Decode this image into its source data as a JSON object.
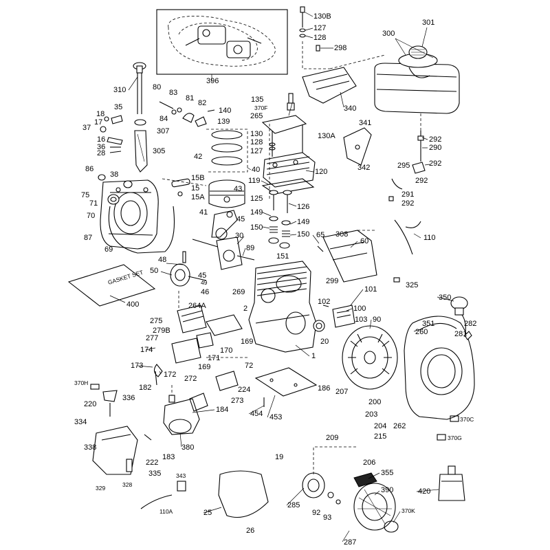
{
  "labels": {
    "l396": "396",
    "l130B": "130B",
    "l127a": "127",
    "l128a": "128",
    "l298": "298",
    "l300": "300",
    "l301": "301",
    "l310": "310",
    "l80": "80",
    "l83": "83",
    "l81": "81",
    "l82": "82",
    "l84": "84",
    "l140": "140",
    "l139": "139",
    "l307": "307",
    "l135": "135",
    "l370F": "370F",
    "l265": "265",
    "l340": "340",
    "l18": "18",
    "l35": "35",
    "l17": "17",
    "l37": "37",
    "l16": "16",
    "l36": "36",
    "l28": "28",
    "l305": "305",
    "l42": "42",
    "l40": "40",
    "l130": "130",
    "l128b": "128",
    "l127b": "127",
    "l130A": "130A",
    "l341": "341",
    "l292a": "292",
    "l290": "290",
    "l342": "342",
    "l295": "295",
    "l292b": "292",
    "l292c": "292",
    "l291": "291",
    "l292d": "292",
    "l120": "120",
    "l119": "119",
    "l86": "86",
    "l38": "38",
    "l15B": "15B",
    "l15": "15",
    "l15A": "15A",
    "l43": "43",
    "l75": "75",
    "l71": "71",
    "l41": "41",
    "l125": "125",
    "l126": "126",
    "l70": "70",
    "l149a": "149",
    "l149b": "149",
    "l45a": "45",
    "l150a": "150",
    "l150b": "150",
    "l110": "110",
    "l87": "87",
    "l308": "308",
    "l65": "65",
    "l60": "60",
    "l69": "69",
    "l30": "30",
    "l89": "89",
    "l151": "151",
    "l48": "48",
    "l50": "50",
    "l45b": "45",
    "l49": "49",
    "l299": "299",
    "l46": "46",
    "l325": "325",
    "l101": "101",
    "l400": "400",
    "l269": "269",
    "l350": "350",
    "l264A": "264A",
    "l102": "102",
    "l100": "100",
    "l2": "2",
    "l275": "275",
    "l103": "103",
    "l90": "90",
    "l351": "351",
    "l282": "282",
    "l279B": "279B",
    "l260": "260",
    "l277": "277",
    "l169a": "169",
    "l20": "20",
    "l281": "281",
    "l174": "174",
    "l170": "170",
    "l171": "171",
    "l1": "1",
    "l173": "173",
    "l172": "172",
    "l169b": "169",
    "l72": "72",
    "l370H": "370H",
    "l182": "182",
    "l272": "272",
    "l224": "224",
    "l186": "186",
    "l207": "207",
    "l220": "220",
    "l336": "336",
    "l273": "273",
    "l200": "200",
    "l184": "184",
    "l454": "454",
    "l453": "453",
    "l203": "203",
    "l262": "262",
    "l370C": "370C",
    "l334": "334",
    "l204": "204",
    "l209": "209",
    "l215": "215",
    "l380": "380",
    "l370G": "370G",
    "l338": "338",
    "l222": "222",
    "l183": "183",
    "l19": "19",
    "l206": "206",
    "l335": "335",
    "l343": "343",
    "l355": "355",
    "l329": "329",
    "l328": "328",
    "l390": "390",
    "l420": "420",
    "l110A": "110A",
    "l25": "25",
    "l285": "285",
    "l92": "92",
    "l93": "93",
    "l370K": "370K",
    "l26": "26",
    "l287": "287",
    "gasket_set_text": "GASKET SET"
  }
}
